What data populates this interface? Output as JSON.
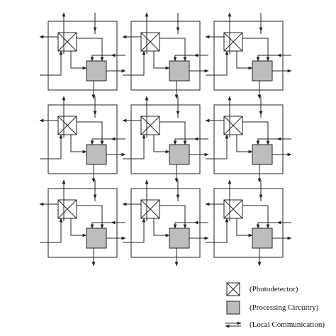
{
  "diagram": {
    "rows": 3,
    "cols": 3,
    "colors": {
      "stroke": "#222222",
      "processor_fill": "#bdbdbd",
      "background": "#ffffff"
    }
  },
  "legend": {
    "photodetector_label": "(Photodetector)",
    "processing_label": "(Processing Circuitry)",
    "communication_label": "(Local Communication)"
  }
}
